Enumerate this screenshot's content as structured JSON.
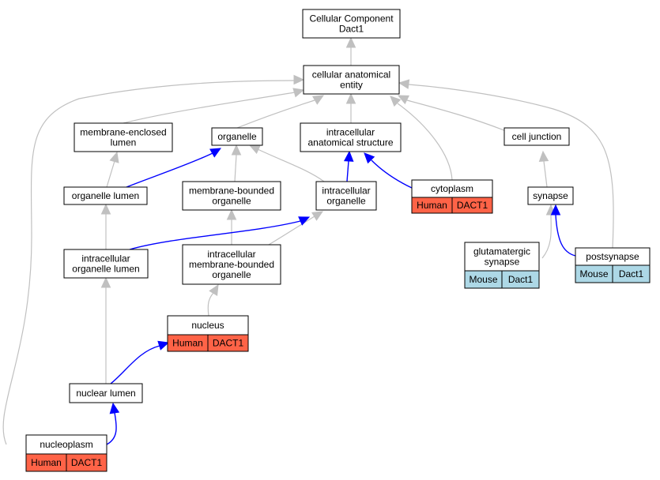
{
  "colors": {
    "human": "#ff6347",
    "mouse": "#add8e6",
    "edge_gray": "#c0c0c0",
    "edge_blue": "#0000ff"
  },
  "nodes": {
    "root": [
      "Cellular Component",
      "Dact1"
    ],
    "cae": [
      "cellular anatomical",
      "entity"
    ],
    "mel": [
      "membrane-enclosed",
      "lumen"
    ],
    "organelle": [
      "organelle"
    ],
    "ias": [
      "intracellular",
      "anatomical structure"
    ],
    "cell_junction": [
      "cell junction"
    ],
    "org_lumen": [
      "organelle lumen"
    ],
    "mbo": [
      "membrane-bounded",
      "organelle"
    ],
    "ic_org": [
      "intracellular",
      "organelle"
    ],
    "cytoplasm": [
      "cytoplasm"
    ],
    "synapse": [
      "synapse"
    ],
    "icol": [
      "intracellular",
      "organelle lumen"
    ],
    "imbo": [
      "intracellular",
      "membrane-bounded",
      "organelle"
    ],
    "glut": [
      "glutamatergic",
      "synapse"
    ],
    "postsynapse": [
      "postsynapse"
    ],
    "nucleus": [
      "nucleus"
    ],
    "nuc_lumen": [
      "nuclear lumen"
    ],
    "nucleoplasm": [
      "nucleoplasm"
    ]
  },
  "annotations": {
    "cytoplasm": [
      "Human",
      "DACT1"
    ],
    "nucleus": [
      "Human",
      "DACT1"
    ],
    "nucleoplasm": [
      "Human",
      "DACT1"
    ],
    "glut": [
      "Mouse",
      "Dact1"
    ],
    "postsynapse": [
      "Mouse",
      "Dact1"
    ]
  }
}
